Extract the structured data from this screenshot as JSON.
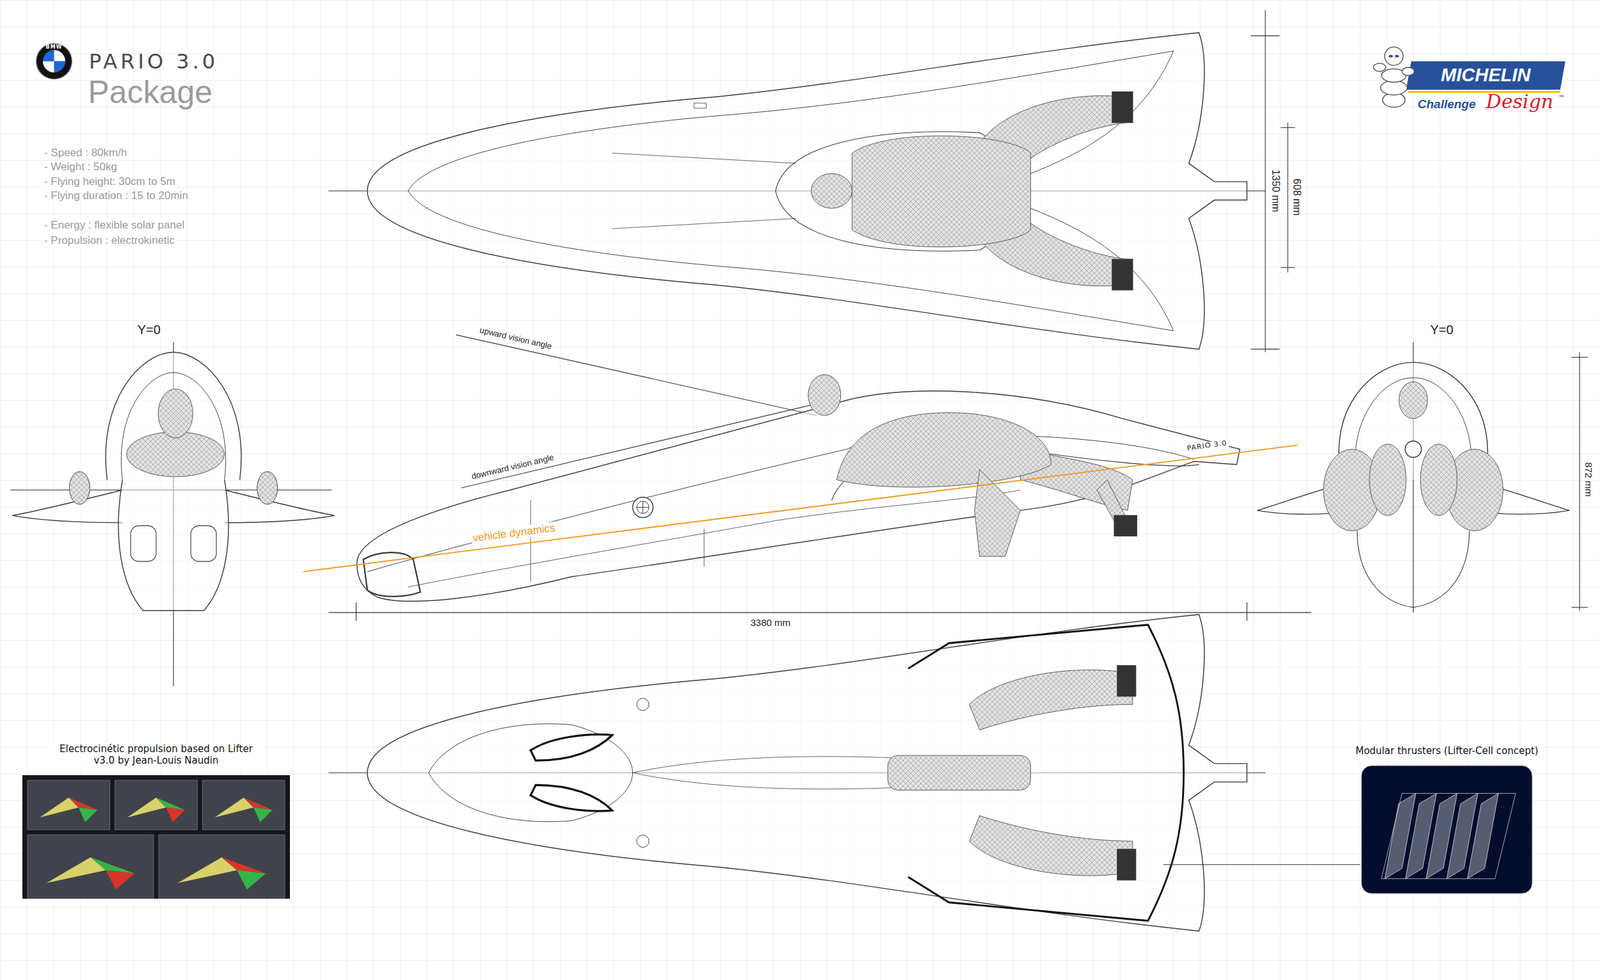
{
  "diagram": {
    "title": "PARIO 3.0",
    "nodes": [
      {
        "text": [
          "Electrocinétic propulsion based on Lifter v3.0 by Jean-Louis Naudin"
        ]
      },
      {
        "text": [
          "Modular thrusters (Lifter-Cell concept)"
        ]
      }
    ],
    "labels": [
      "Package",
      "- Speed : 80km/h",
      "- Weight : 50kg",
      "- Flying height: 30cm to 5m",
      "- Flying duration : 15 to 20min",
      "- Energy : flexible solar panel",
      "- Propulsion : electrokinetic",
      "1350 mm",
      "608 mm",
      "Y=0",
      "Y=0",
      "upward vision angle",
      "downward vision angle",
      "vehicle dynamics",
      "PARIO 3.0",
      "3380 mm",
      "872 mm",
      "BMW",
      "MICHELIN",
      "Challenge",
      "Design",
      "™"
    ]
  }
}
